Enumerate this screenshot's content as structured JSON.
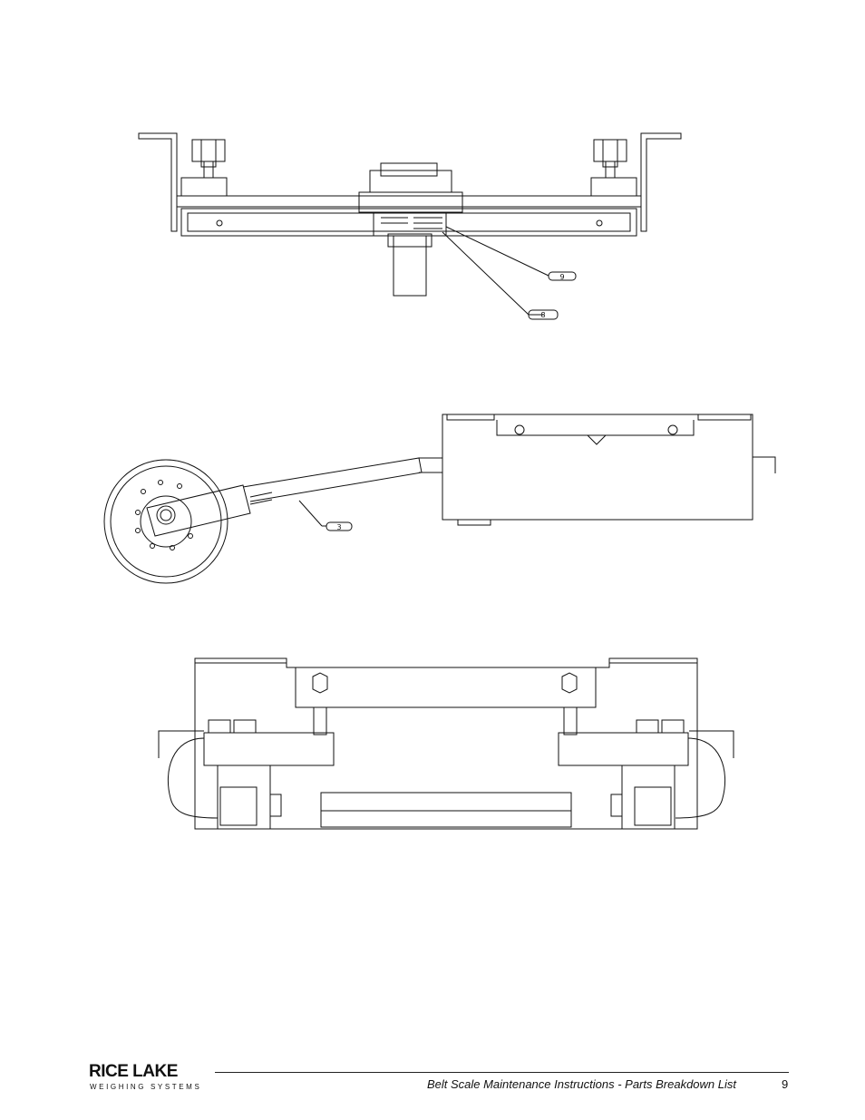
{
  "callouts": {
    "top_a": "9",
    "top_b": "8",
    "side_a": "3"
  },
  "footer": {
    "logo_main": "RICE LAKE",
    "logo_sub": "WEIGHING SYSTEMS",
    "document_title": "Belt Scale Maintenance Instructions - Parts Breakdown List",
    "page_number": "9"
  }
}
